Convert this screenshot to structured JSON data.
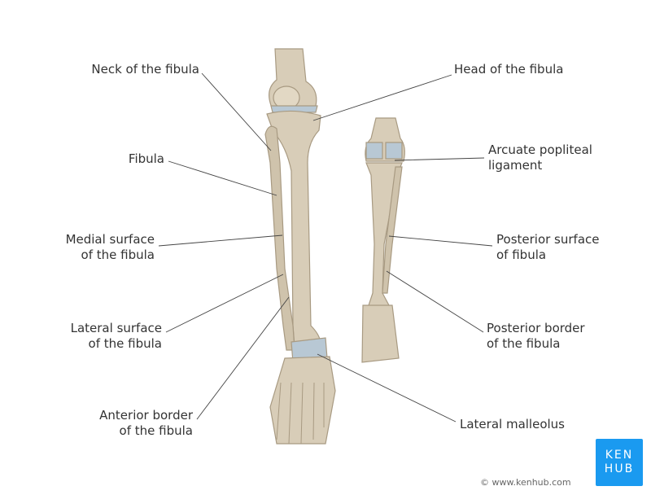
{
  "labels": {
    "neck": "Neck of the fibula",
    "head": "Head of the fibula",
    "fibula": "Fibula",
    "medial_1": "Medial surface",
    "medial_2": "of the fibula",
    "lateral_1": "Lateral surface",
    "lateral_2": "of the fibula",
    "anterior_1": "Anterior border",
    "anterior_2": "of the fibula",
    "arcuate_1": "Arcuate popliteal",
    "arcuate_2": "ligament",
    "post_surface_1": "Posterior surface",
    "post_surface_2": "of fibula",
    "post_border_1": "Posterior border",
    "post_border_2": "of the fibula",
    "malleolus": "Lateral malleolus"
  },
  "logo": {
    "line1": "KEN",
    "line2": "HUB"
  },
  "copyright": "© www.kenhub.com",
  "colors": {
    "bone": "#d8cdb8",
    "bone_shade": "#a89a82",
    "cartilage": "#b8c8d4",
    "leader": "#444444",
    "brand": "#1a9af0"
  }
}
